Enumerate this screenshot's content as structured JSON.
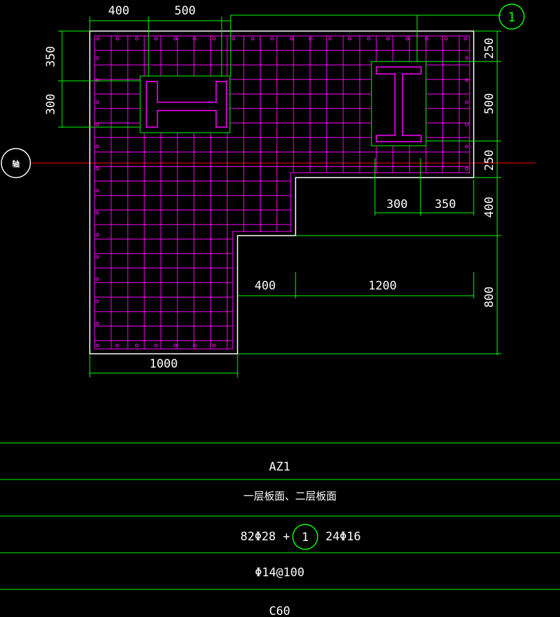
{
  "dimensions": {
    "top_left_1": "400",
    "top_left_2": "500",
    "left_1": "350",
    "left_2": "300",
    "right_1": "250",
    "right_2": "500",
    "right_3": "250",
    "right_4": "400",
    "right_5": "800",
    "mid_1": "300",
    "mid_2": "350",
    "lower_1": "400",
    "lower_2": "1200",
    "bottom": "1000"
  },
  "callout_number": "1",
  "axis_label": "轴",
  "table": {
    "name": "AZ1",
    "elevation": "一层板面、二层板面",
    "longitudinal_main": "82Φ28 +",
    "longitudinal_callout": "1",
    "longitudinal_extra": "24Φ16",
    "stirrups": "Φ14@100",
    "concrete": "C60"
  },
  "colors": {
    "outline": "#ffffff",
    "rebar": "#ff00ff",
    "dimension_line": "#00ff00",
    "axis_line": "#ff0000",
    "background": "#000000"
  }
}
